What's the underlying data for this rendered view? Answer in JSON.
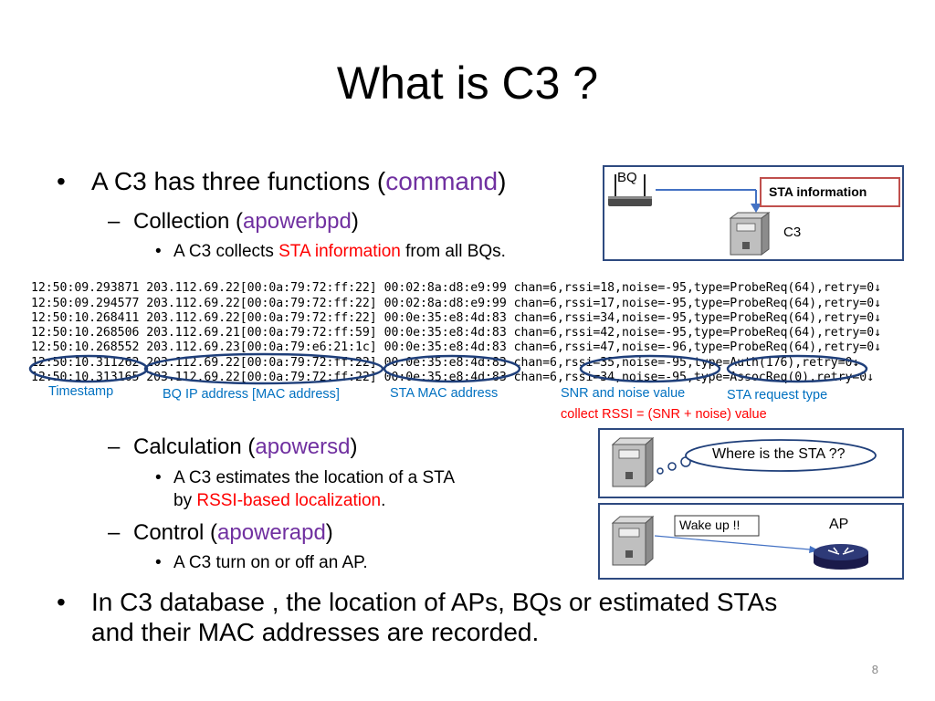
{
  "title": "What is C3 ?",
  "bullets": {
    "b1": {
      "prefix": "A C3 has three functions (",
      "cmd": "command",
      "suffix": ")"
    },
    "collection": {
      "prefix": "Collection (",
      "cmd": "apowerbpd",
      "suffix": ")"
    },
    "collection_sub": {
      "prefix": "A C3 collects ",
      "highlight": "STA information",
      "suffix": " from all BQs."
    },
    "calculation": {
      "prefix": "Calculation (",
      "cmd": "apowersd",
      "suffix": ")"
    },
    "calc_sub_line1": "A C3 estimates the location of a STA",
    "calc_sub_line2_prefix": "by ",
    "calc_sub_highlight": "RSSI-based localization",
    "calc_sub_suffix": ".",
    "control": {
      "prefix": "Control (",
      "cmd": "apowerapd",
      "suffix": ")"
    },
    "control_sub": "A C3 turn on or off an AP.",
    "b2_line1": "In C3 database , the location of APs, BQs or estimated STAs",
    "b2_line2": "and their MAC addresses are recorded."
  },
  "log_lines": [
    "12:50:09.293871 203.112.69.22[00:0a:79:72:ff:22] 00:02:8a:d8:e9:99 chan=6,rssi=18,noise=-95,type=ProbeReq(64),retry=0↓",
    "12:50:09.294577 203.112.69.22[00:0a:79:72:ff:22] 00:02:8a:d8:e9:99 chan=6,rssi=17,noise=-95,type=ProbeReq(64),retry=0↓",
    "12:50:10.268411 203.112.69.22[00:0a:79:72:ff:22] 00:0e:35:e8:4d:83 chan=6,rssi=34,noise=-95,type=ProbeReq(64),retry=0↓",
    "12:50:10.268506 203.112.69.21[00:0a:79:72:ff:59] 00:0e:35:e8:4d:83 chan=6,rssi=42,noise=-95,type=ProbeReq(64),retry=0↓",
    "12:50:10.268552 203.112.69.23[00:0a:79:e6:21:1c] 00:0e:35:e8:4d:83 chan=6,rssi=47,noise=-96,type=ProbeReq(64),retry=0↓",
    "12:50:10.311262 203.112.69.22[00:0a:79:72:ff:22] 00:0e:35:e8:4d:83 chan=6,rssi=35,noise=-95,type=Auth(176),retry=0↓",
    "12:50:10.313165 203.112.69.22[00:0a:79:72:ff:22] 00:0e:35:e8:4d:83 chan=6,rssi=34,noise=-95,type=AssocReq(0),retry=0↓"
  ],
  "annotations": {
    "timestamp": "Timestamp",
    "bq_ip": "BQ IP address [MAC address]",
    "sta_mac": "STA MAC address",
    "snr": "SNR and noise value",
    "sta_req": "STA request type",
    "rssi_note": "collect RSSI = (SNR + noise) value"
  },
  "diagram1": {
    "bq": "BQ",
    "sta_info": "STA information",
    "c3": "C3"
  },
  "diagram2": {
    "bubble": "Where is the STA ??"
  },
  "diagram3": {
    "wake": "Wake up !!",
    "ap": "AP"
  },
  "page_number": "8",
  "colors": {
    "purple": "#7030a0",
    "red": "#ff0000",
    "blue": "#0070c0",
    "panel_border": "#2e4a80"
  }
}
